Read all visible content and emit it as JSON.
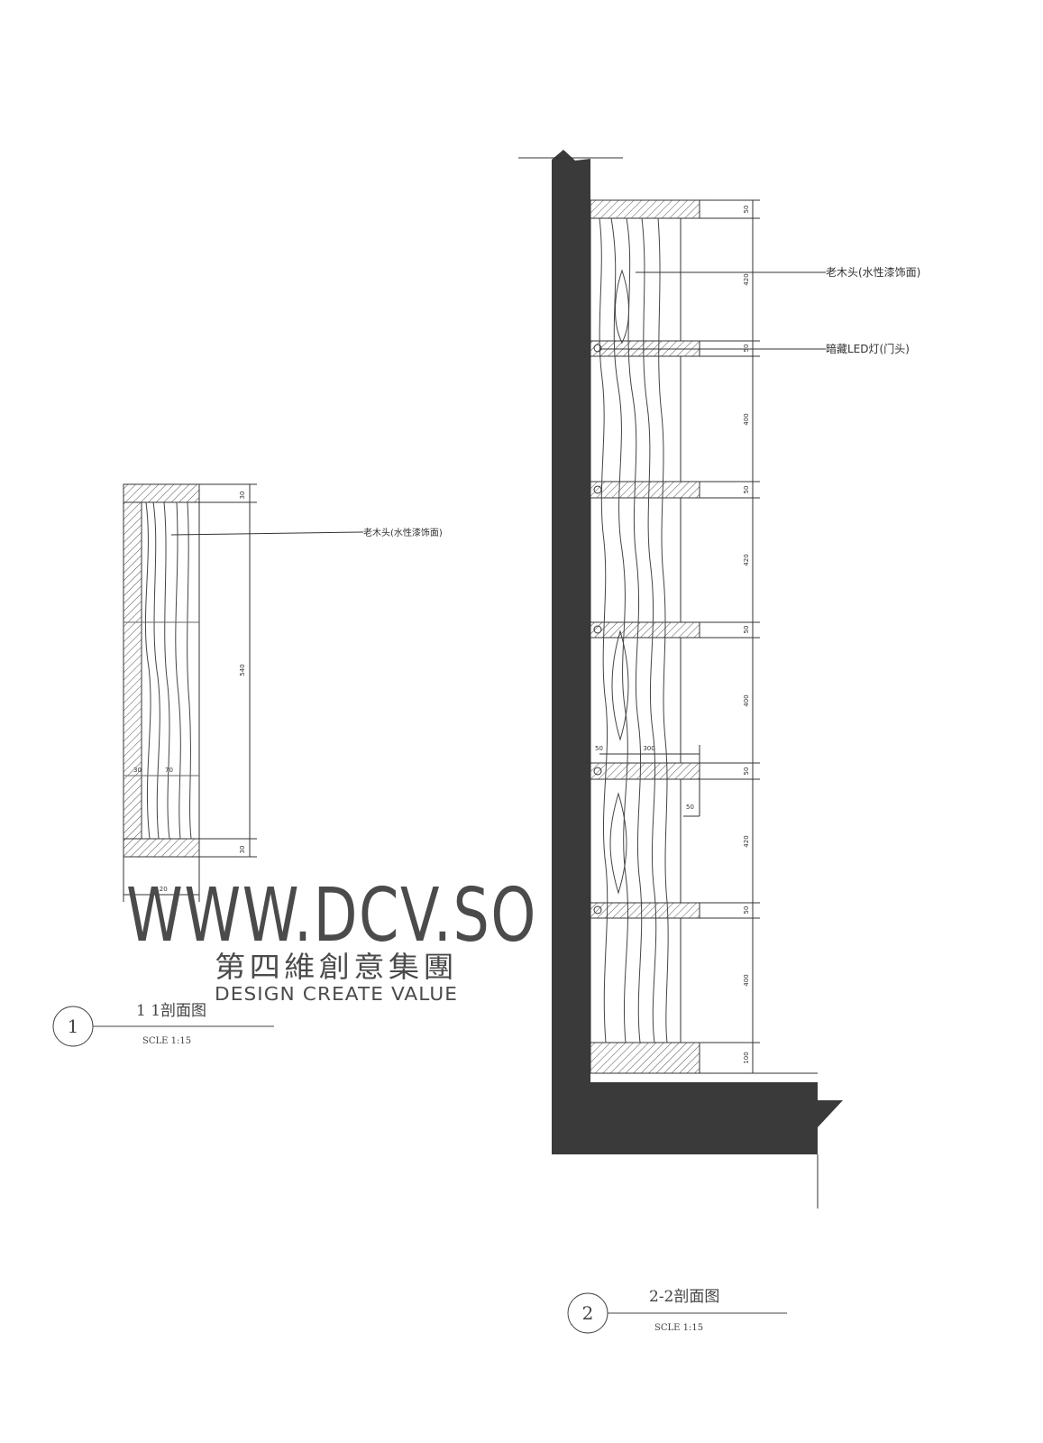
{
  "section_1": {
    "number": "1",
    "title": "1 1剖面图",
    "scale": "SCLE    1:15",
    "leader_label": "老木头(水性漆饰面)",
    "dims_vertical": [
      "30",
      "540",
      "30"
    ],
    "dims_inner": [
      "30",
      "70"
    ],
    "dim_width": "120"
  },
  "section_2": {
    "number": "2",
    "title": "2-2剖面图",
    "scale": "SCLE    1:15",
    "label_wood": "老木头(水性漆饰面)",
    "label_led": "暗藏LED灯(门头)",
    "dims_vertical": [
      "50",
      "420",
      "50",
      "400",
      "50",
      "420",
      "50",
      "400",
      "50",
      "420",
      "50",
      "400",
      "100"
    ],
    "dim_shelf_depth": "300",
    "dim_shelf_small": "50",
    "dim_shelf_left": "50"
  },
  "watermark": {
    "url": "WWW.DCV.SO",
    "chinese": "第四維創意集團",
    "english": "DESIGN CREATE VALUE"
  }
}
